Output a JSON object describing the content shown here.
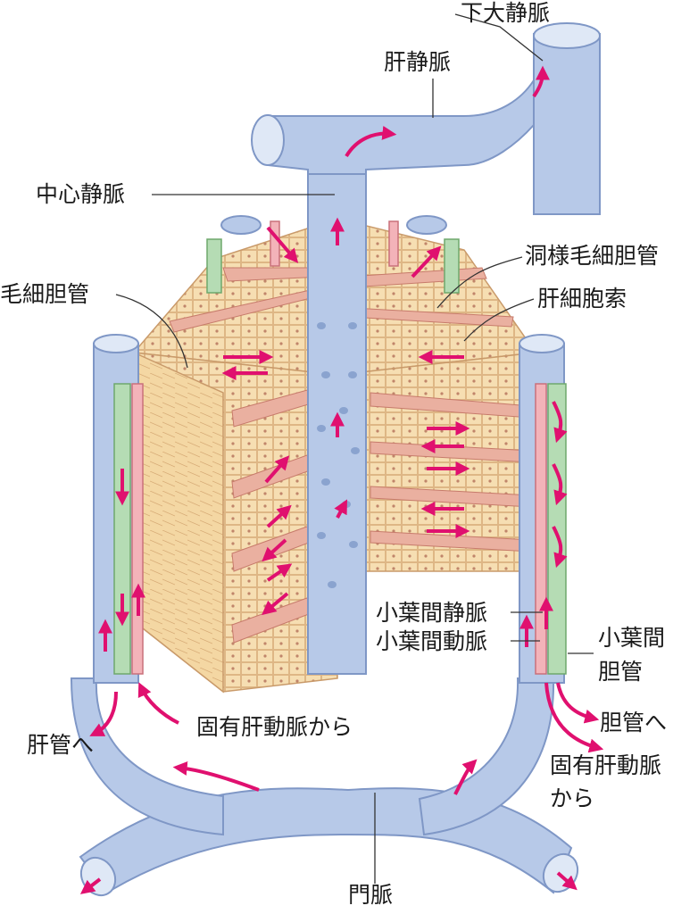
{
  "labels": {
    "ivc": "下大静脈",
    "hepatic_vein": "肝静脈",
    "central_vein": "中心静脈",
    "sinusoid_capillary": "洞様毛細胆管",
    "bile_capillary": "毛細胆管",
    "hepatic_cord": "肝細胞索",
    "interlobular_vein": "小葉間静脈",
    "interlobular_artery": "小葉間動脈",
    "interlobular_bile_duct_1": "小葉間",
    "interlobular_bile_duct_2": "胆管",
    "proper_hepatic_artery_left": "固有肝動脈から",
    "hepatic_duct": "肝管へ",
    "to_bile_duct": "胆管へ",
    "proper_hepatic_artery_right_1": "固有肝動脈",
    "proper_hepatic_artery_right_2": "から",
    "portal_vein": "門脈"
  },
  "colors": {
    "vein": "#b7c9e8",
    "vein_dark": "#7f97c6",
    "tissue": "#f6deb2",
    "sinusoid": "#eab0a0",
    "bile_duct": "#b5dcb4",
    "artery": "#f3b3b9",
    "arrow": "#e0106f"
  }
}
